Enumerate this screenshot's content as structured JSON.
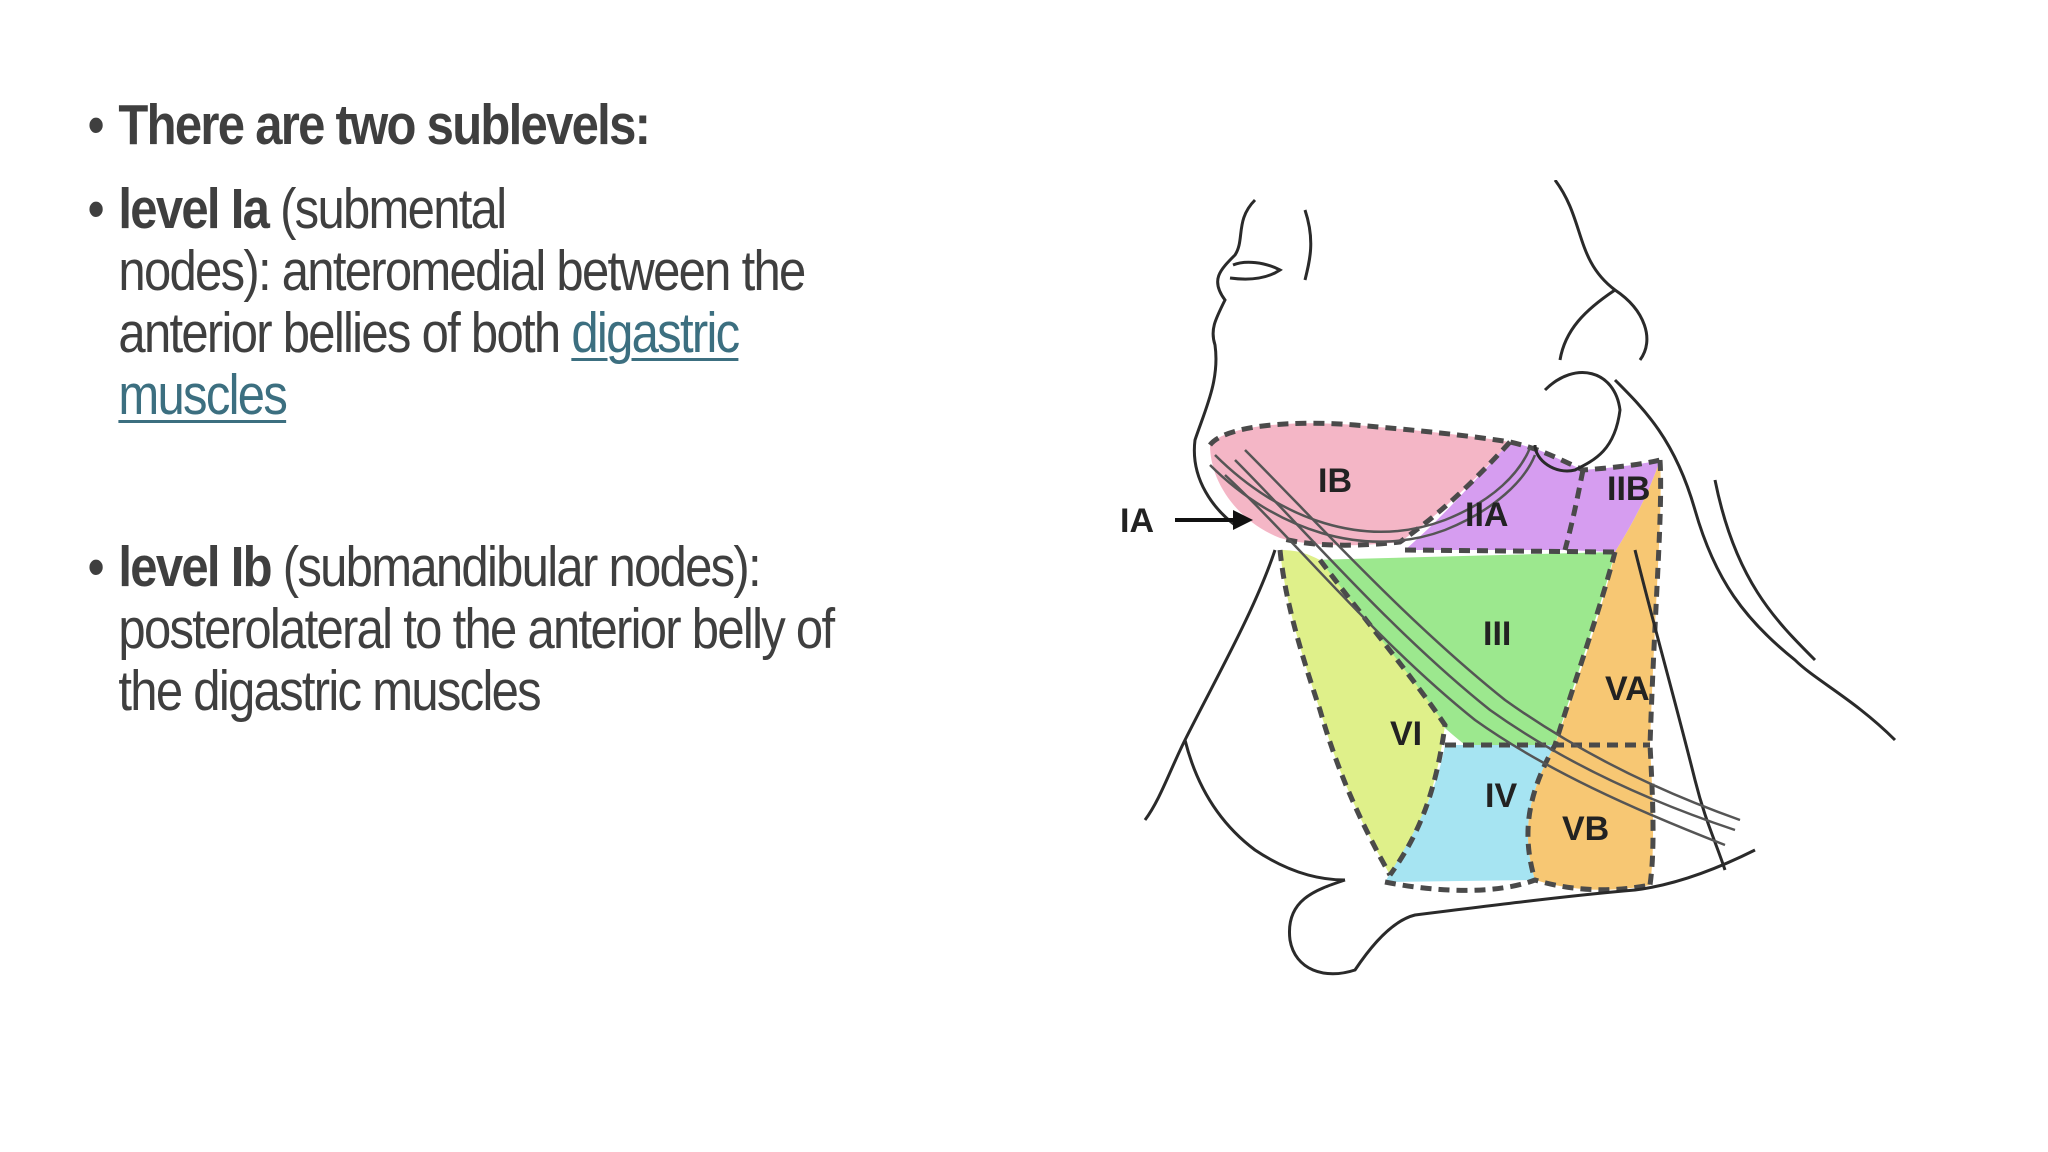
{
  "slide": {
    "bullets": [
      {
        "bold": "There are two sublevels:"
      },
      {
        "bold": "level Ia",
        "text_a": " (submental",
        "text_b": "nodes): anteromedial between the anterior bellies of both ",
        "link": "digastric muscles"
      },
      {
        "bold": "level Ib",
        "text": " (submandibular nodes): posterolateral to the anterior belly of the digastric muscles"
      }
    ]
  },
  "figure": {
    "labels": {
      "IA": "IA",
      "IB": "IB",
      "IIA": "IIA",
      "IIB": "IIB",
      "III": "III",
      "IV": "IV",
      "VA": "VA",
      "VB": "VB",
      "VI": "VI"
    },
    "colors": {
      "IB": "#f4b6c6",
      "IIA": "#d69df0",
      "IIB": "#d69df0",
      "III": "#9ce88e",
      "IV": "#a6e4f2",
      "VA": "#f7c773",
      "VB": "#f7c773",
      "VI": "#dff08a",
      "link": "#3c6f80",
      "text": "#3f3f3f"
    }
  }
}
